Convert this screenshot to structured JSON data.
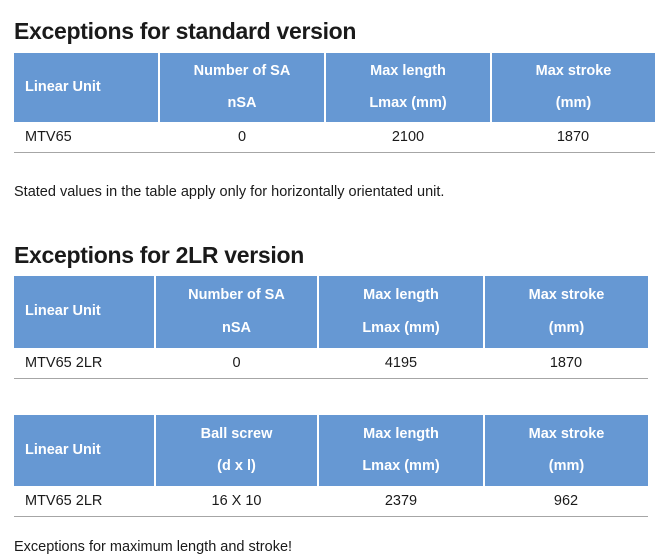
{
  "sections": [
    {
      "id": "standard",
      "title": "Exceptions for standard version",
      "table": {
        "columns": [
          {
            "line1": "Linear Unit",
            "line2": ""
          },
          {
            "line1": "Number of SA",
            "line2": "nSA"
          },
          {
            "line1": "Max length",
            "line2": "Lmax (mm)"
          },
          {
            "line1": "Max stroke",
            "line2": "(mm)"
          }
        ],
        "rows": [
          {
            "unit": "MTV65",
            "c2": "0",
            "c3": "2100",
            "c4": "1870"
          }
        ]
      },
      "caption": "Stated values in the table apply only for horizontally orientated unit."
    },
    {
      "id": "2lr",
      "title": "Exceptions for 2LR version",
      "table": {
        "columns": [
          {
            "line1": "Linear Unit",
            "line2": ""
          },
          {
            "line1": "Number of SA",
            "line2": "nSA"
          },
          {
            "line1": "Max length",
            "line2": "Lmax (mm)"
          },
          {
            "line1": "Max stroke",
            "line2": "(mm)"
          }
        ],
        "rows": [
          {
            "unit": "MTV65 2LR",
            "c2": "0",
            "c3": "4195",
            "c4": "1870"
          }
        ]
      },
      "caption": ""
    },
    {
      "id": "ballscrew",
      "title": "",
      "table": {
        "columns": [
          {
            "line1": "Linear Unit",
            "line2": ""
          },
          {
            "line1": "Ball screw",
            "line2": "(d x l)"
          },
          {
            "line1": "Max length",
            "line2": "Lmax (mm)"
          },
          {
            "line1": "Max stroke",
            "line2": "(mm)"
          }
        ],
        "rows": [
          {
            "unit": "MTV65 2LR",
            "c2": "16 X 10",
            "c3": "2379",
            "c4": "962"
          }
        ]
      },
      "caption": "Exceptions for maximum length and stroke!"
    }
  ],
  "colors": {
    "header_blue": "#6698D3",
    "header_text": "#ffffff",
    "body_text": "#1a1a1a",
    "row_rule": "#a6a6a6",
    "page_background": "#ffffff"
  }
}
